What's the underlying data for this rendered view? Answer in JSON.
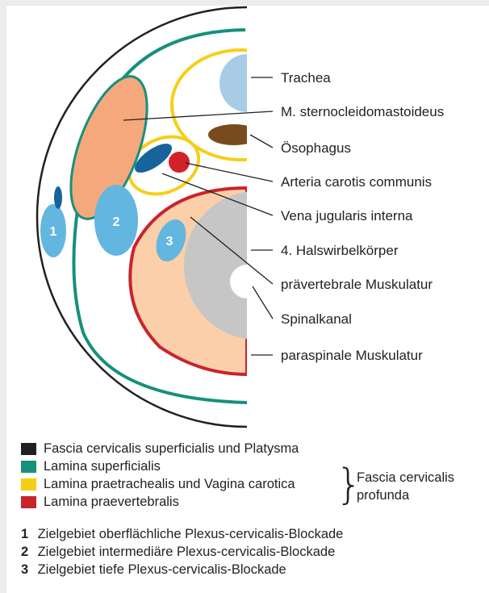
{
  "colors": {
    "superficial_fascia": "#231f20",
    "lamina_superficialis": "#15907c",
    "lamina_praetrachealis": "#f5cf16",
    "lamina_praevertebralis": "#c8242b",
    "muscle_scm": "#f4a87c",
    "trachea": "#a8cce6",
    "esophagus": "#7a4a1f",
    "carotid": "#d2232a",
    "jugular": "#17639c",
    "target_zone": "#62b6e0",
    "vertebra": "#c6c6c6",
    "paraspinal": "#fbcfa9"
  },
  "labels": {
    "trachea": "Trachea",
    "scm": "M. sternocleidomastoideus",
    "esophagus": "Ösophagus",
    "carotid": "Arteria carotis communis",
    "jugular": "Vena jugularis interna",
    "vertebra": "4. Halswirbelkörper",
    "prevertebral_muscle": "prävertebrale Muskulatur",
    "spinal_canal": "Spinalkanal",
    "paraspinal_muscle": "paraspinale Muskulatur"
  },
  "markers": [
    "1",
    "2",
    "3"
  ],
  "legend": [
    {
      "text": "Fascia cervicalis superficialis und Platysma",
      "color": "#231f20"
    },
    {
      "text": "Lamina superficialis",
      "color": "#15907c"
    },
    {
      "text": "Lamina praetrachealis und Vagina carotica",
      "color": "#f5cf16"
    },
    {
      "text": "Lamina praevertebralis",
      "color": "#c8242b"
    }
  ],
  "legend_group": {
    "line1": "Fascia cervicalis",
    "line2": "profunda"
  },
  "targets": [
    {
      "num": "1",
      "text": "Zielgebiet oberflächliche Plexus-cervicalis-Blockade"
    },
    {
      "num": "2",
      "text": "Zielgebiet intermediäre Plexus-cervicalis-Blockade"
    },
    {
      "num": "3",
      "text": "Zielgebiet tiefe Plexus-cervicalis-Blockade"
    }
  ]
}
